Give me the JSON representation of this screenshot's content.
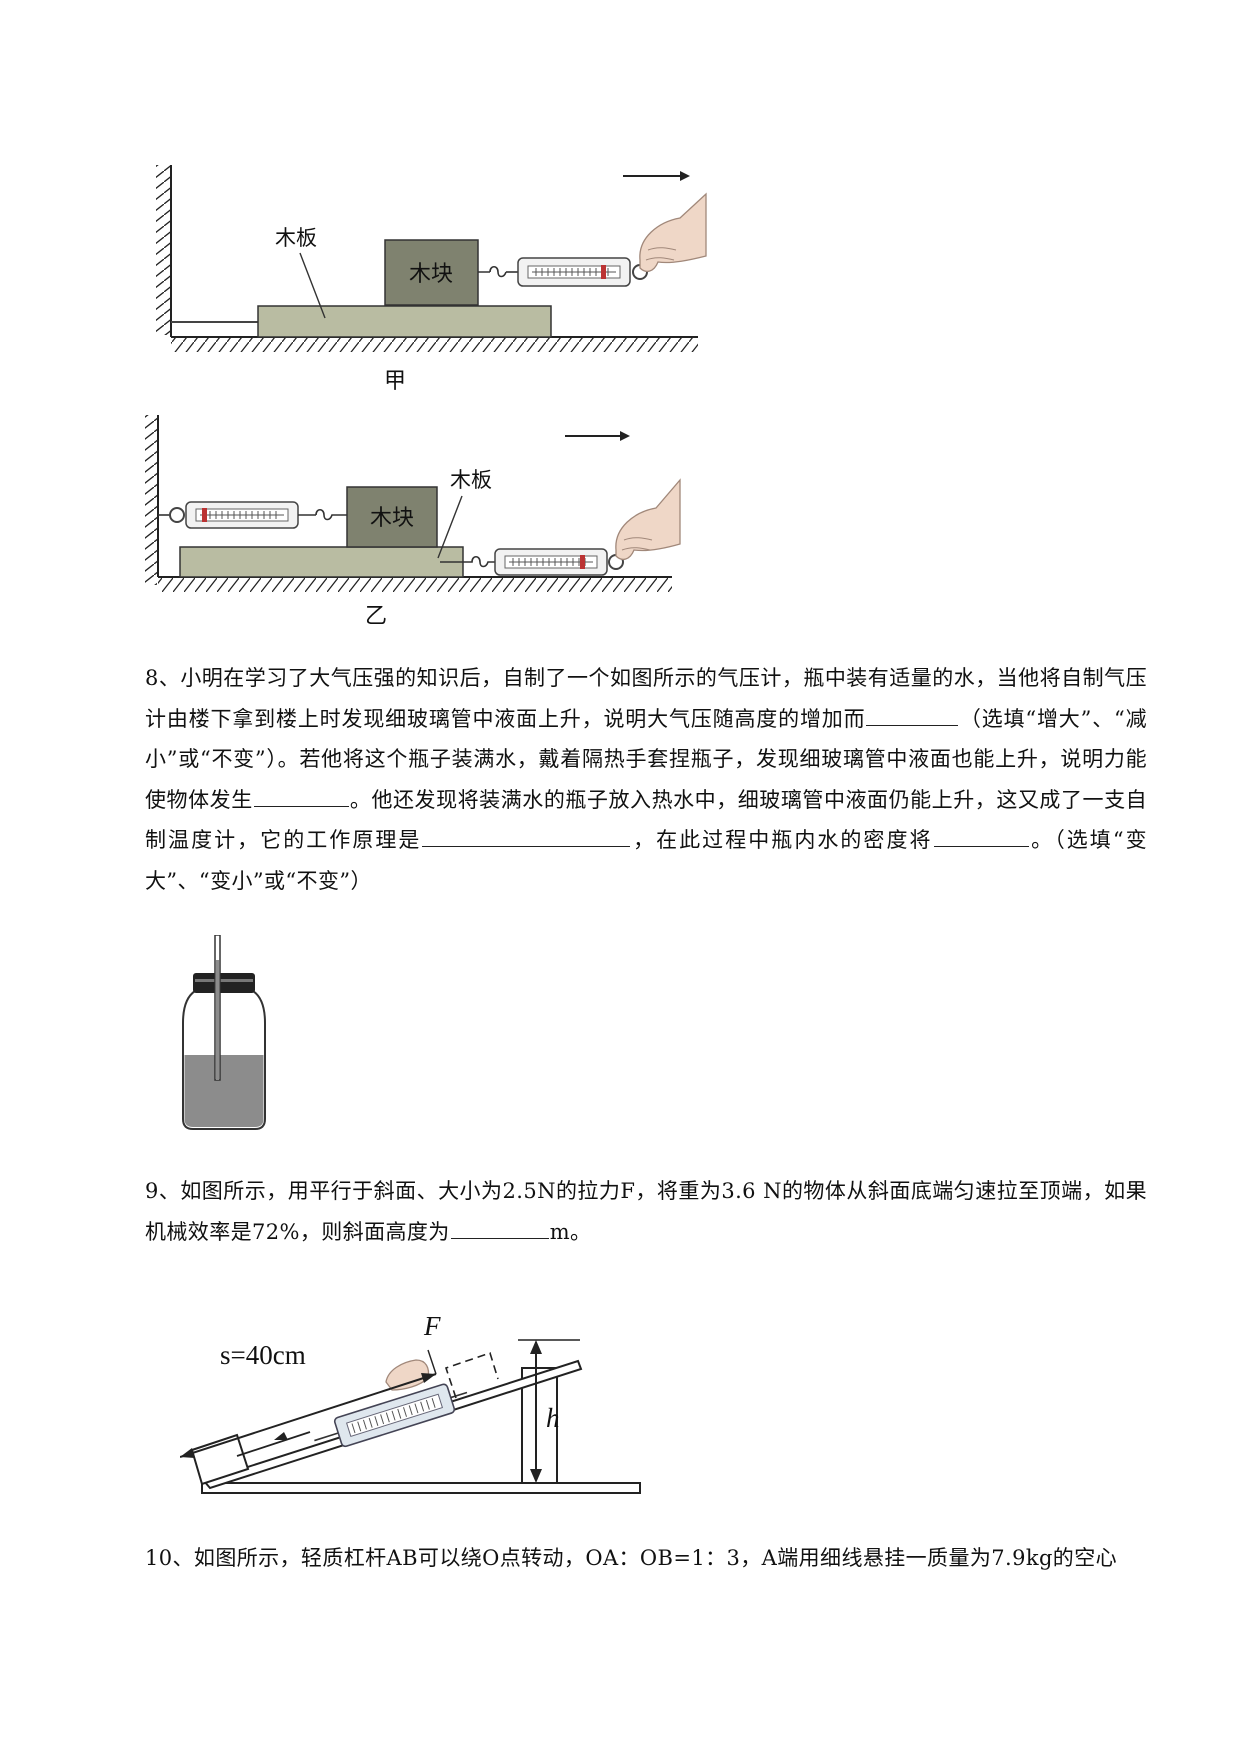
{
  "figure_jia": {
    "board_label": "木板",
    "block_label": "木块",
    "caption": "甲"
  },
  "figure_yi": {
    "board_label": "木板",
    "block_label": "木块",
    "caption": "乙"
  },
  "question8": {
    "number": "8、",
    "seg1": "小明在学习了大气压强的知识后，自制了一个如图所示的气压计，瓶中装有适量的水，当他将自制气压计由楼下拿到楼上时发现细玻璃管中液面上升，说明大气压随高度的增加而",
    "seg2": "（选填“增大”、“减小”或“不变”）。若他将这个瓶子装满水，戴着隔热手套捏瓶子，发现细玻璃管中液面也能上升，说明力能使物体发生",
    "seg3": "。他还发现将装满水的瓶子放入热水中，细玻璃管中液面仍能上升，这又成了一支自制温度计，它的工作原理是",
    "seg4": "，在此过程中瓶内水的密度将",
    "seg5": "。（选填“变大”、“变小”或“不变”）"
  },
  "question9": {
    "number": "9、",
    "seg1": "如图所示，用平行于斜面、大小为2.5N的拉力F，将重为3.6 N的物体从斜面底端匀速拉至顶端，如果机械效率是72%，则斜面高度为",
    "seg2": "m。",
    "figure": {
      "s_label": "s=40cm",
      "f_label": "F",
      "h_label": "h"
    }
  },
  "question10": {
    "number": "10、",
    "text": "如图所示，轻质杠杆AB可以绕O点转动，OA：OB=1：3，A端用细线悬挂一质量为7.9kg的空心"
  }
}
